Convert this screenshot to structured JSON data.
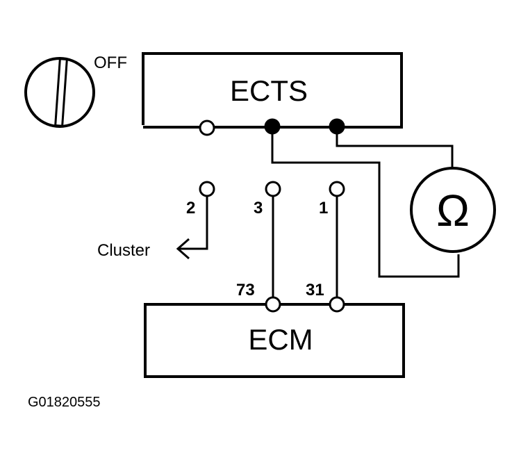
{
  "ignition": {
    "position_label": "OFF"
  },
  "ects": {
    "label": "ECTS"
  },
  "ecm": {
    "label": "ECM"
  },
  "ohmmeter": {
    "symbol": "Ω"
  },
  "connector_pins": {
    "pin_2": "2",
    "pin_3": "3",
    "pin_1": "1"
  },
  "ecm_pins": {
    "pin_73": "73",
    "pin_31": "31"
  },
  "cluster": {
    "label": "Cluster"
  },
  "figure_id": "G01820555",
  "colors": {
    "ink": "#000000",
    "paper": "#ffffff"
  }
}
